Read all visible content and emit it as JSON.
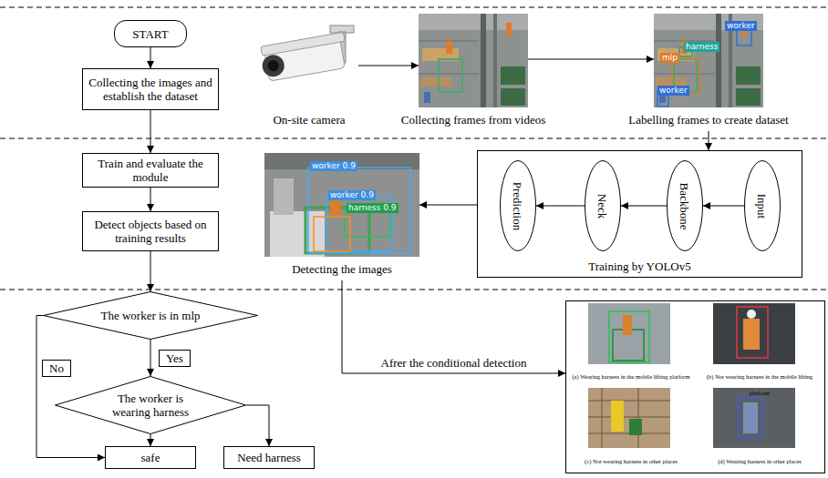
{
  "diagram": {
    "nodes": [
      {
        "text": [
          "START"
        ]
      },
      {
        "text": [
          "Collecting the images and establish the dataset"
        ]
      },
      {
        "text": [
          "On-site camera"
        ]
      },
      {
        "text": [
          "Collecting frames from videos"
        ]
      },
      {
        "text": [
          "Labelling frames to create dataset"
        ]
      },
      {
        "text": [
          "Train and evaluate the module"
        ]
      },
      {
        "text": [
          "Detect objects based on training results"
        ]
      },
      {
        "text": [
          "Detecting the images"
        ]
      },
      {
        "text": [
          "Training by YOLOv5"
        ]
      },
      {
        "text": [
          "Prediction"
        ],
        "in": 8
      },
      {
        "text": [
          "Neck"
        ],
        "in": 8
      },
      {
        "text": [
          "Backbone"
        ],
        "in": 8
      },
      {
        "text": [
          "Input"
        ],
        "in": 8
      },
      {
        "text": [
          "The worker is in mlp"
        ]
      },
      {
        "text": [
          "The worker is wearing harness"
        ]
      },
      {
        "text": [
          "safe"
        ]
      },
      {
        "text": [
          "Need harness"
        ]
      },
      {
        "text": [
          "(a) Wearing harness in the mobile lifting platform",
          "(b) Not wearing harness in the mobile lifting platform",
          "(c) Not wearing harness in other places",
          "(d) Wearing harness in other places"
        ]
      }
    ],
    "edges": [
      {
        "from": 0,
        "to": 1,
        "arrow": "to"
      },
      {
        "from": 1,
        "to": 5,
        "arrow": "to"
      },
      {
        "from": 5,
        "to": 6,
        "arrow": "to"
      },
      {
        "from": 6,
        "to": 13,
        "arrow": "to"
      },
      {
        "from": 13,
        "to": 14,
        "label": "Yes",
        "arrow": "to"
      },
      {
        "from": 13,
        "to": 15,
        "label": "No",
        "arrow": "to"
      },
      {
        "from": 14,
        "to": 15,
        "arrow": "to"
      },
      {
        "from": 14,
        "to": 16,
        "arrow": "to"
      },
      {
        "from": 2,
        "to": 3,
        "arrow": "to"
      },
      {
        "from": 3,
        "to": 4,
        "arrow": "to"
      },
      {
        "from": 4,
        "to": 8,
        "arrow": "to"
      },
      {
        "from": 8,
        "to": 7,
        "arrow": "to"
      },
      {
        "from": 12,
        "to": 11,
        "arrow": "to"
      },
      {
        "from": 11,
        "to": 10,
        "arrow": "to"
      },
      {
        "from": 10,
        "to": 9,
        "arrow": "to"
      },
      {
        "from": 7,
        "to": 17,
        "label": "Afrer the conditional detection",
        "arrow": "to"
      }
    ],
    "labels": [
      "worker",
      "harness",
      "mlp",
      "worker",
      "worker 0.9",
      "worker 0.9",
      "harness 0.9"
    ]
  }
}
